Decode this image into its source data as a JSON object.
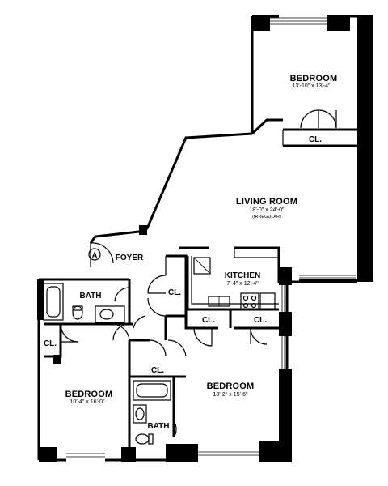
{
  "rooms": {
    "bedroom_ne": {
      "name": "BEDROOM",
      "dims": "13'-10\" x 13'-4\""
    },
    "living": {
      "name": "LIVING ROOM",
      "dims": "18'-0\" x 24'-0\"",
      "note": "(IRREGULAR)"
    },
    "foyer": {
      "name": "FOYER"
    },
    "kitchen": {
      "name": "KITCHEN",
      "dims": "7'-4\" x 12'-4\""
    },
    "bath_1": {
      "name": "BATH"
    },
    "bath_2": {
      "name": "BATH"
    },
    "bedroom_w": {
      "name": "BEDROOM",
      "dims": "10'-4\" x 16'-0\""
    },
    "bedroom_s": {
      "name": "BEDROOM",
      "dims": "13'-2\" x 15'-6\""
    }
  },
  "closets": [
    "CL.",
    "CL.",
    "CL.",
    "CL.",
    "CL.",
    "CL."
  ],
  "entry_marker": "A"
}
